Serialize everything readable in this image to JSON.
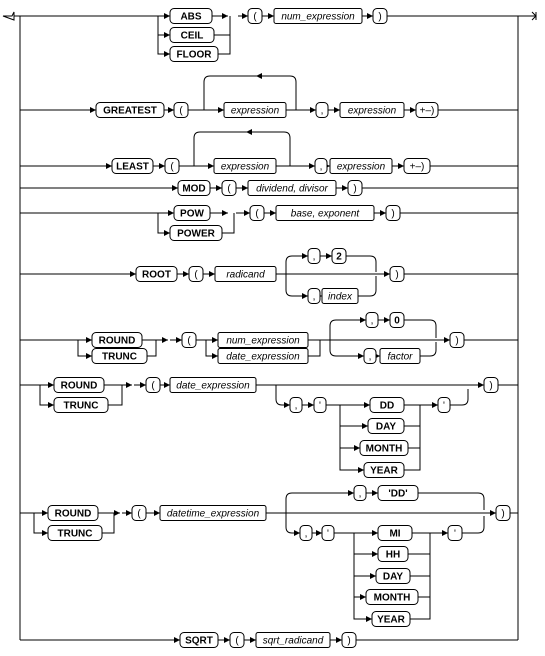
{
  "rows": [
    {
      "id": "abs",
      "terms": [
        "ABS",
        "CEIL",
        "FLOOR",
        "(",
        "num_expression",
        ")"
      ]
    },
    {
      "id": "greatest",
      "terms": [
        "GREATEST",
        "(",
        "expression",
        ",",
        "expression",
        "+–)"
      ]
    },
    {
      "id": "least",
      "terms": [
        "LEAST",
        "(",
        "expression",
        ",",
        "expression",
        "+–)"
      ]
    },
    {
      "id": "mod",
      "terms": [
        "MOD",
        "(",
        "dividend, divisor",
        ")"
      ]
    },
    {
      "id": "pow",
      "terms": [
        "POW",
        "POWER",
        "(",
        "base, exponent",
        ")"
      ]
    },
    {
      "id": "root",
      "terms": [
        "ROOT",
        "(",
        "radicand",
        ",",
        "2",
        ",",
        "index",
        ")"
      ]
    },
    {
      "id": "round1",
      "terms": [
        "ROUND",
        "TRUNC",
        "(",
        "num_expression",
        "date_expression",
        ",",
        "0",
        ",",
        "factor",
        ")"
      ]
    },
    {
      "id": "round2",
      "terms": [
        "ROUND",
        "TRUNC",
        "(",
        "date_expression",
        ",",
        "'",
        "DD",
        "DAY",
        "MONTH",
        "YEAR",
        "'",
        ")"
      ]
    },
    {
      "id": "round3",
      "terms": [
        "ROUND",
        "TRUNC",
        "(",
        "datetime_expression",
        ",",
        "'DD'",
        ",",
        "'",
        "MI",
        "HH",
        "DAY",
        "MONTH",
        "YEAR",
        "'",
        ")"
      ]
    },
    {
      "id": "sqrt",
      "terms": [
        "SQRT",
        "(",
        "sqrt_radicand",
        ")"
      ]
    }
  ]
}
